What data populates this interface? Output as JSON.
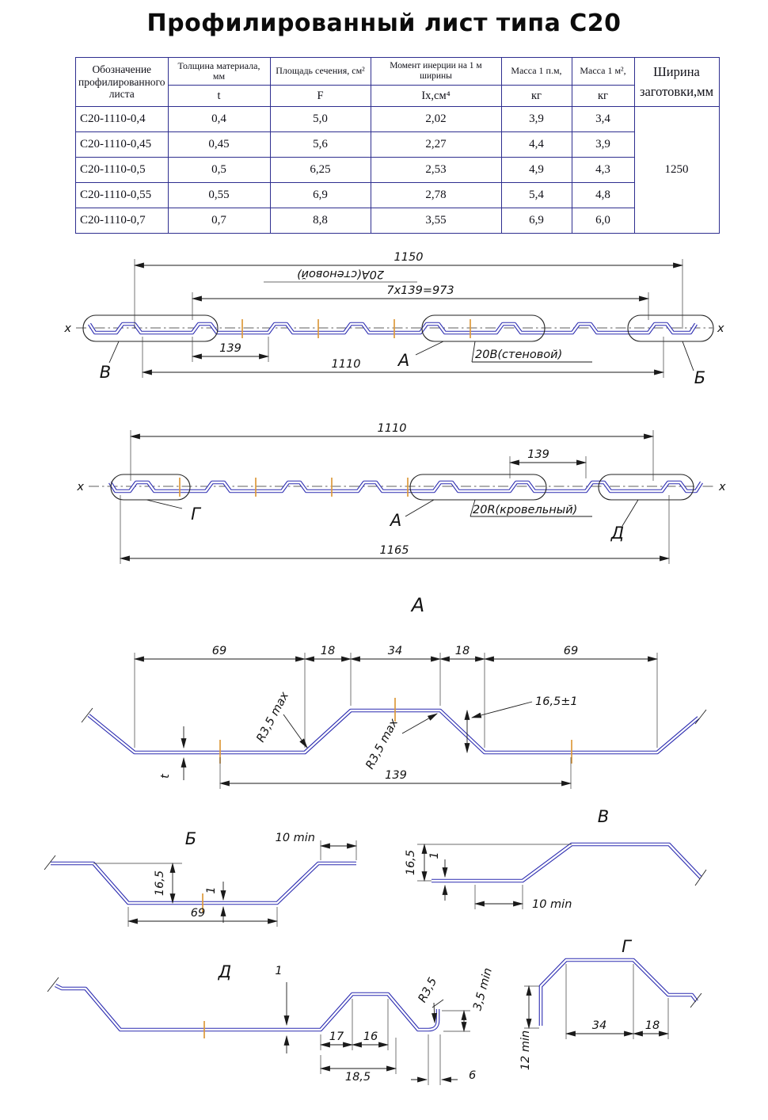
{
  "title": "Профилированный лист типа С20",
  "colors": {
    "profile_line": "#2b2bb0",
    "dimension_line": "#1a1a1a",
    "tick_mark": "#dd9a3c",
    "table_border": "#2e2e8f"
  },
  "table": {
    "headers": {
      "designation": "Обозначение профилированного листа",
      "thickness_top": "Толщина материала, мм",
      "thickness_sym": "t",
      "area_top": "Площадь сечения, см²",
      "area_sym": "F",
      "inertia_top": "Момент инерции на 1 м ширины",
      "inertia_sym": "Ix,см⁴",
      "mass_lm_top": "Масса 1 п.м,",
      "mass_lm_sym": "кг",
      "mass_m2_top": "Масса 1 м²,",
      "mass_m2_sym": "кг",
      "width_header": "Ширина заготовки,мм"
    },
    "rows": [
      [
        "С20-1110-0,4",
        "0,4",
        "5,0",
        "2,02",
        "3,9",
        "3,4"
      ],
      [
        "С20-1110-0,45",
        "0,45",
        "5,6",
        "2,27",
        "4,4",
        "3,9"
      ],
      [
        "С20-1110-0,5",
        "0,5",
        "6,25",
        "2,53",
        "4,9",
        "4,3"
      ],
      [
        "С20-1110-0,55",
        "0,55",
        "6,9",
        "2,78",
        "5,4",
        "4,8"
      ],
      [
        "С20-1110-0,7",
        "0,7",
        "8,8",
        "3,55",
        "6,9",
        "6,0"
      ]
    ],
    "blank_width": "1250"
  },
  "wall_profile": {
    "dim_overall": "1150",
    "label_flipped": "20А(стеновой)",
    "dim_pitch": "7х139=973",
    "dim_139": "139",
    "dim_1110": "1110",
    "callout_left": "В",
    "callout_mid": "А",
    "callout_right": "Б",
    "name": "20В(стеновой)",
    "axis_left": "х",
    "axis_right": "х"
  },
  "roof_profile": {
    "dim_1110": "1110",
    "dim_139": "139",
    "callout_left": "Г",
    "callout_mid": "А",
    "name": "20R(кровельный)",
    "callout_right": "Д",
    "dim_overall": "1165",
    "axis_left": "х",
    "axis_right": "х"
  },
  "detail_a": {
    "title": "А",
    "dim_69_left": "69",
    "dim_18_left": "18",
    "dim_34": "34",
    "dim_18_right": "18",
    "dim_69_right": "69",
    "radius_1": "R3,5 max",
    "radius_2": "R3,5 max",
    "height": "16,5±1",
    "dim_139": "139",
    "thickness": "t"
  },
  "detail_b": {
    "title": "Б",
    "dim_10min": "10 min",
    "height": "16,5",
    "thickness": "1",
    "dim_69": "69"
  },
  "detail_v": {
    "title": "В",
    "height": "16,5",
    "thickness": "1",
    "dim_10min": "10 min"
  },
  "detail_d": {
    "title": "Д",
    "thickness": "1",
    "dim_17": "17",
    "dim_16": "16",
    "dim_185": "18,5",
    "radius": "R3,5",
    "dim_35min": "3,5 min",
    "dim_6": "6"
  },
  "detail_g": {
    "title": "Г",
    "dim_34": "34",
    "dim_18": "18",
    "dim_12min": "12 min"
  }
}
